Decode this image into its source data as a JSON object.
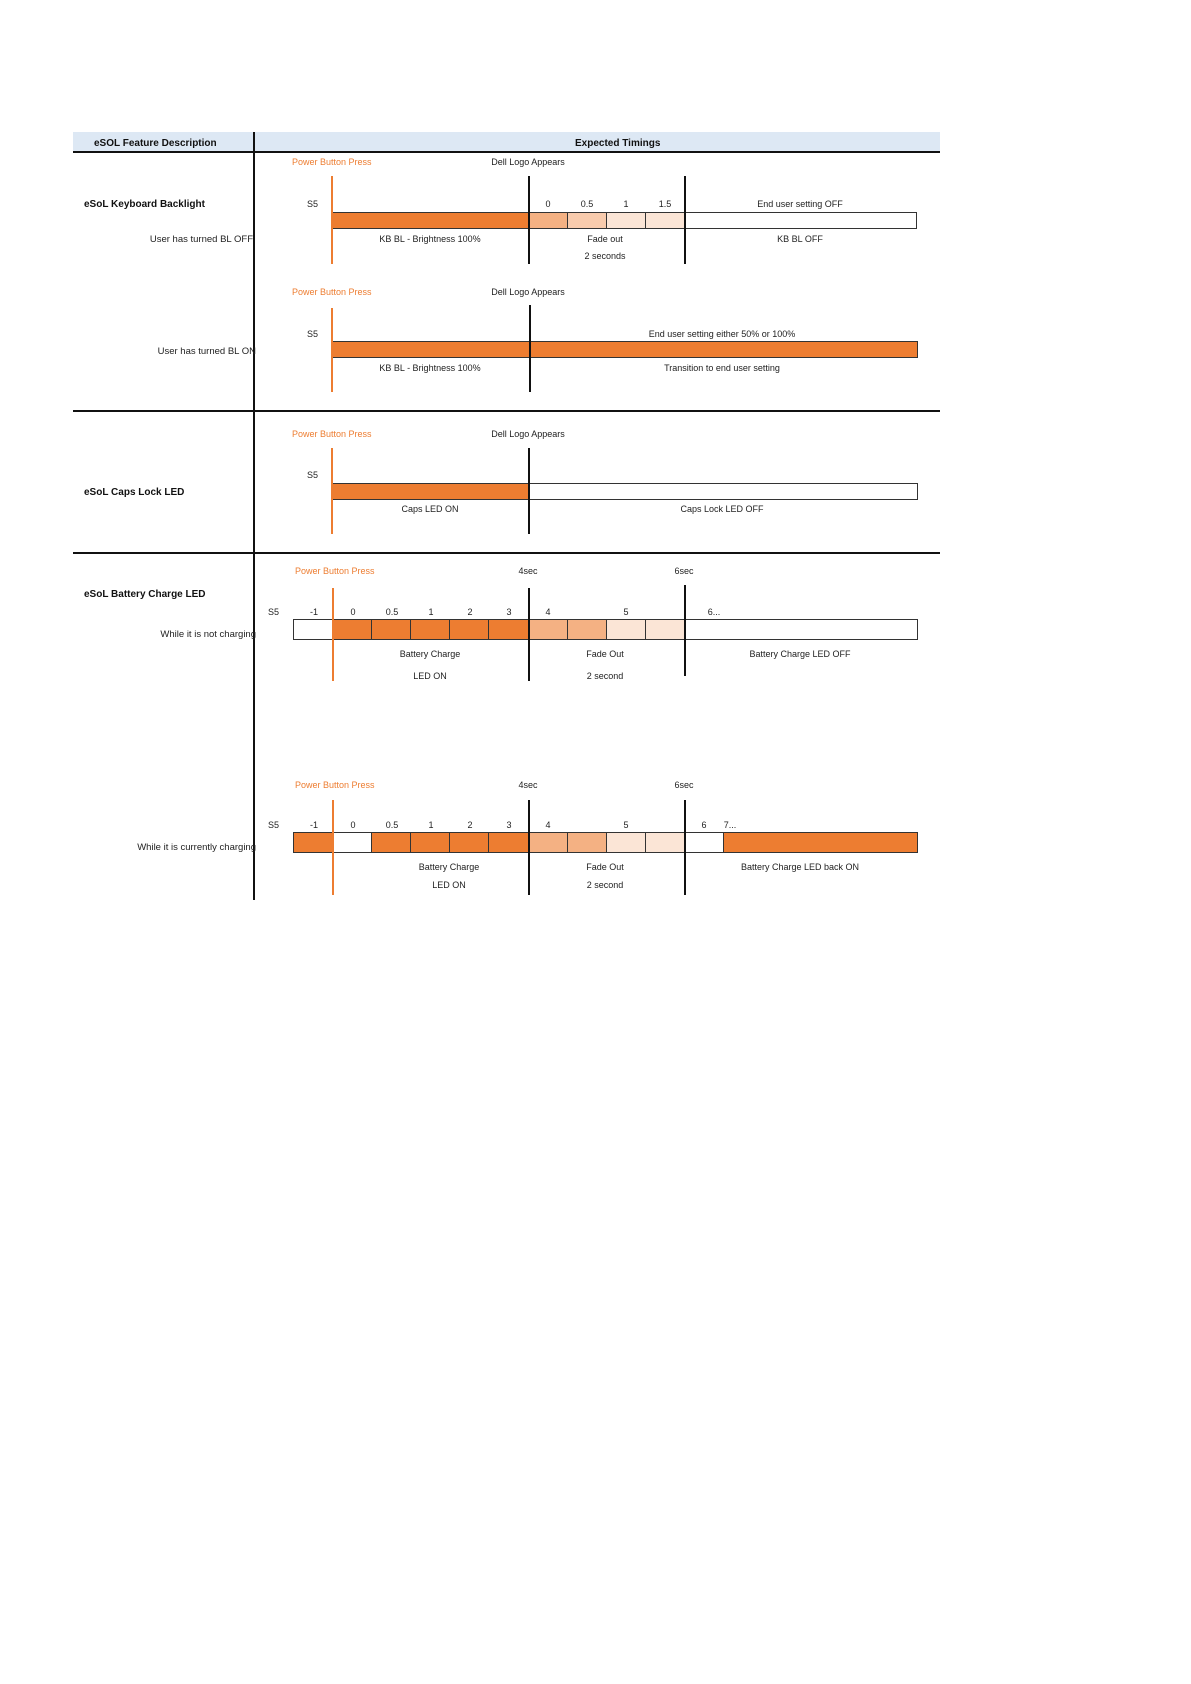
{
  "header": {
    "col1": "eSOL Feature Description",
    "col2": "Expected Timings"
  },
  "colors": {
    "orange": "#ED7D31",
    "fade1": "#F4B183",
    "fade2": "#F8CBAD",
    "fade3": "#FBE5D6",
    "white": "#FFFFFF",
    "header_bg": "#DDE8F4"
  },
  "keyboard_backlight": {
    "title": "eSoL Keyboard Backlight",
    "off_case": {
      "label": "User has turned BL OFF",
      "power_press": "Power Button Press",
      "logo": "Dell Logo Appears",
      "start": "S5",
      "ticks": [
        "0",
        "0.5",
        "1",
        "1.5"
      ],
      "end_setting": "End user setting OFF",
      "phase1": "KB BL - Brightness 100%",
      "phase2_line1": "Fade out",
      "phase2_line2": "2 seconds",
      "phase3": "KB BL OFF"
    },
    "on_case": {
      "label": "User has turned BL ON",
      "power_press": "Power Button Press",
      "logo": "Dell Logo Appears",
      "start": "S5",
      "end_setting": "End user setting either 50% or 100%",
      "phase1": "KB BL - Brightness 100%",
      "phase2": "Transition to end user setting"
    }
  },
  "caps_lock": {
    "title": "eSoL Caps Lock LED",
    "power_press": "Power Button Press",
    "logo": "Dell Logo Appears",
    "start": "S5",
    "phase1": "Caps LED ON",
    "phase2": "Caps Lock LED OFF"
  },
  "battery_led": {
    "title": "eSoL Battery Charge LED",
    "not_charging": {
      "label": "While it is not charging",
      "power_press": "Power Button Press",
      "mark_4": "4sec",
      "mark_6": "6sec",
      "start": "S5",
      "ticks": [
        "-1",
        "0",
        "0.5",
        "1",
        "2",
        "3",
        "4",
        "5",
        "6..."
      ],
      "phase1_line1": "Battery Charge",
      "phase1_line2": "LED ON",
      "phase2_line1": "Fade Out",
      "phase2_line2": "2 second",
      "phase3": "Battery Charge LED OFF"
    },
    "charging": {
      "label": "While it is currently charging",
      "power_press": "Power Button Press",
      "mark_4": "4sec",
      "mark_6": "6sec",
      "start": "S5",
      "ticks": [
        "-1",
        "0",
        "0.5",
        "1",
        "2",
        "3",
        "4",
        "5",
        "6",
        "7..."
      ],
      "phase1_line1": "Battery Charge",
      "phase1_line2": "LED ON",
      "phase2_line1": "Fade Out",
      "phase2_line2": "2 second",
      "phase3": "Battery Charge LED back ON"
    }
  }
}
